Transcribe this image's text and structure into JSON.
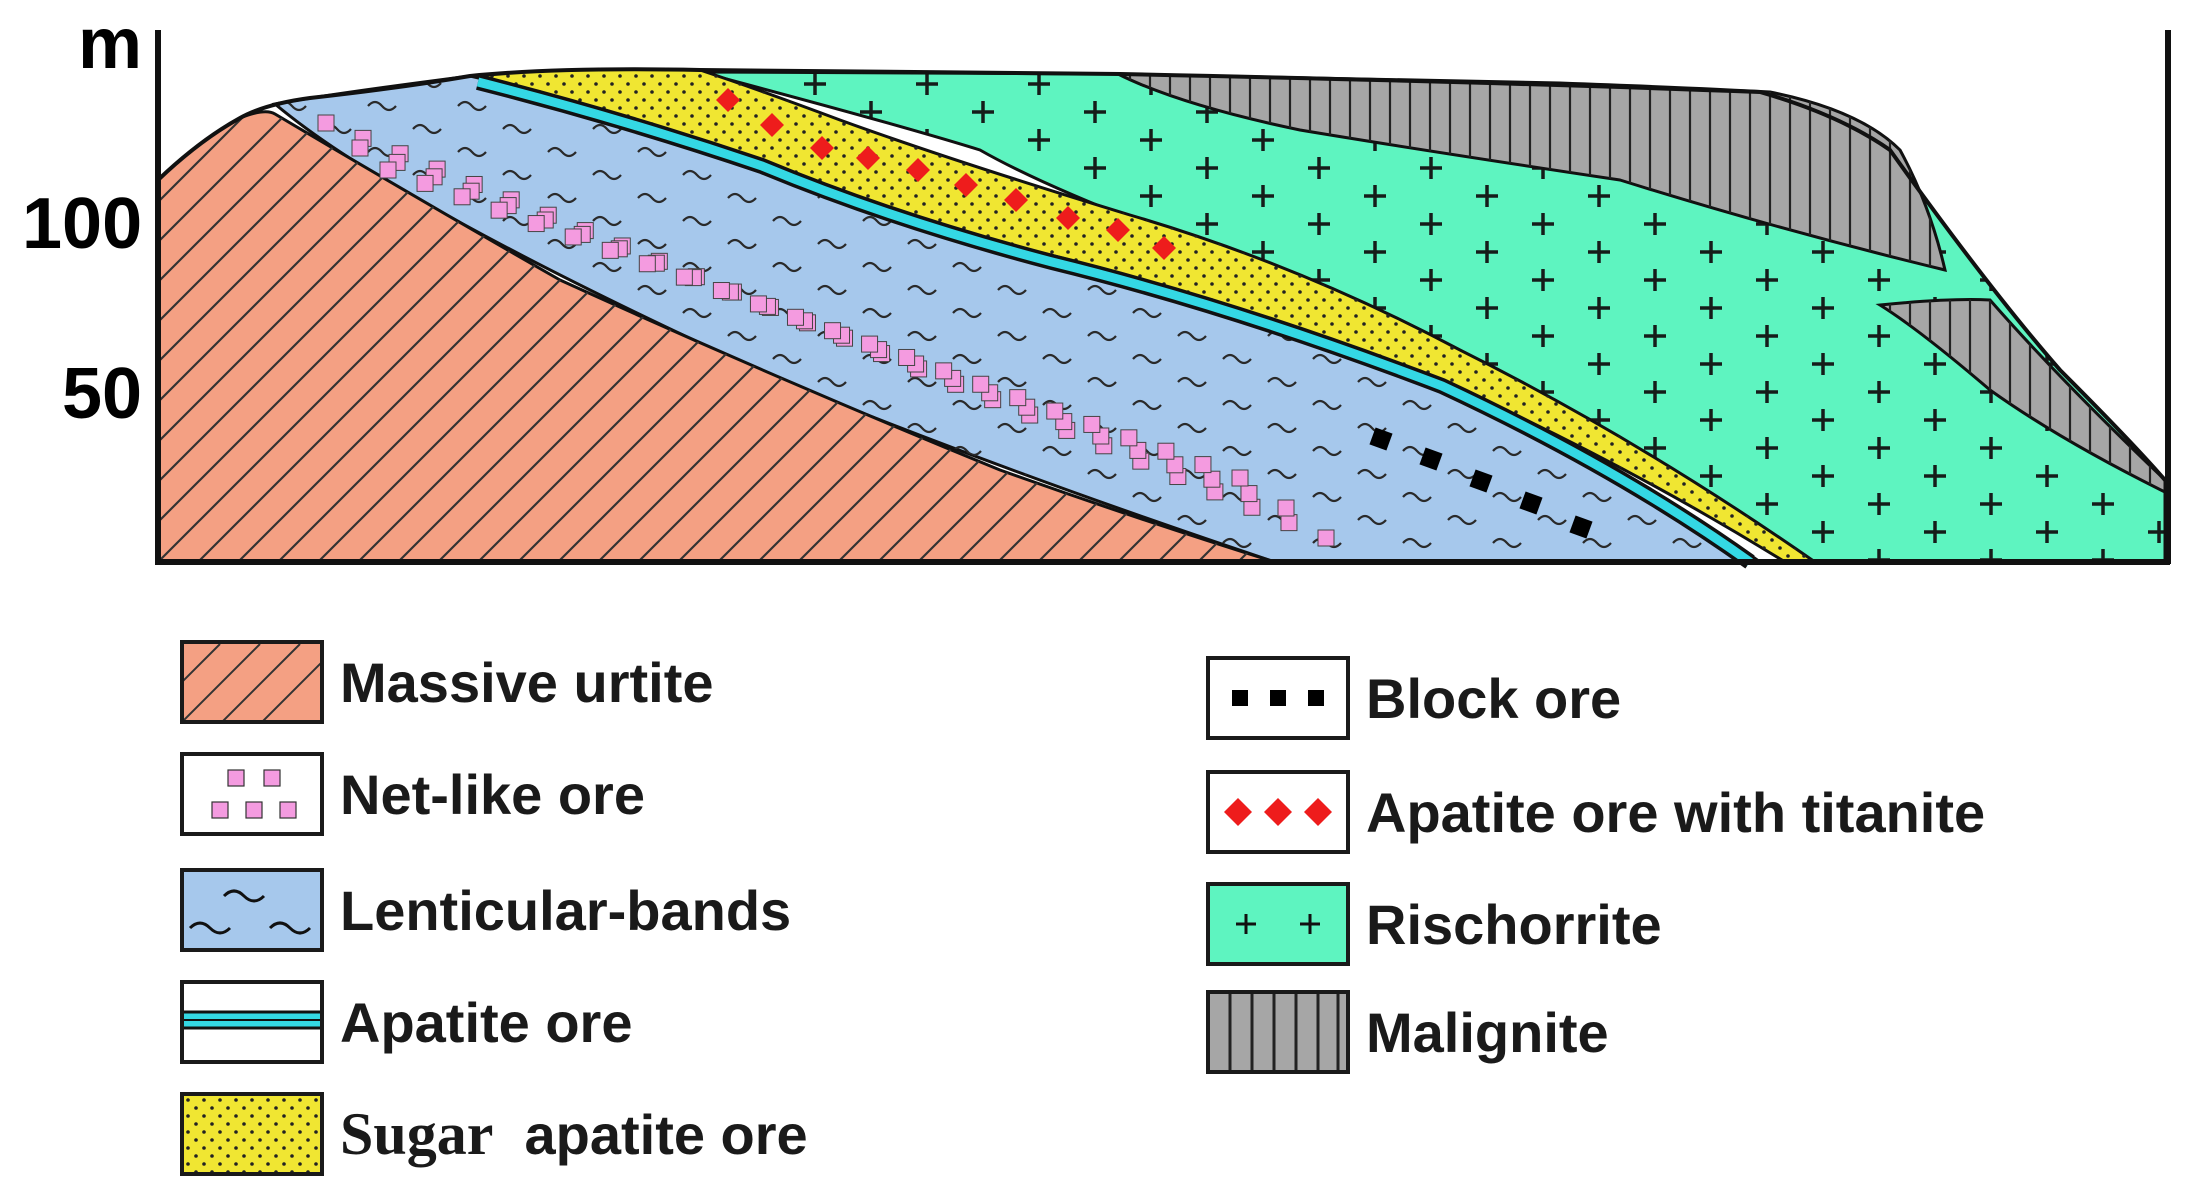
{
  "axis": {
    "unit": "m",
    "ticks": [
      "100",
      "50"
    ]
  },
  "colors": {
    "massive_urtite": "#f4a083",
    "net_like_dot": "#f49be0",
    "lenticular": "#a6c8ec",
    "apatite_band": "#34d8e4",
    "sugar": "#f0e632",
    "rischorrite": "#5ef4c0",
    "malignite": "#a6a6a6",
    "block_ore": "#000000",
    "titanite": "#ee1c1c"
  },
  "legend": {
    "left": [
      {
        "label": "Massive urtite",
        "icon": "hatch-swatch"
      },
      {
        "label": "Net-like ore",
        "icon": "pink-squares-swatch"
      },
      {
        "label": "Lenticular-bands",
        "icon": "wavy-lines-swatch"
      },
      {
        "label": "Apatite ore",
        "icon": "cyan-band-swatch"
      },
      {
        "label_word1": "Sugar",
        "label_rest": "apatite ore",
        "icon": "dotted-yellow-swatch"
      }
    ],
    "right": [
      {
        "label": "Block ore",
        "icon": "black-squares-swatch"
      },
      {
        "label": "Apatite ore with titanite",
        "icon": "red-diamonds-swatch"
      },
      {
        "label": "Rischorrite",
        "icon": "plus-signs-swatch"
      },
      {
        "label": "Malignite",
        "icon": "vertical-stripes-swatch"
      }
    ]
  }
}
